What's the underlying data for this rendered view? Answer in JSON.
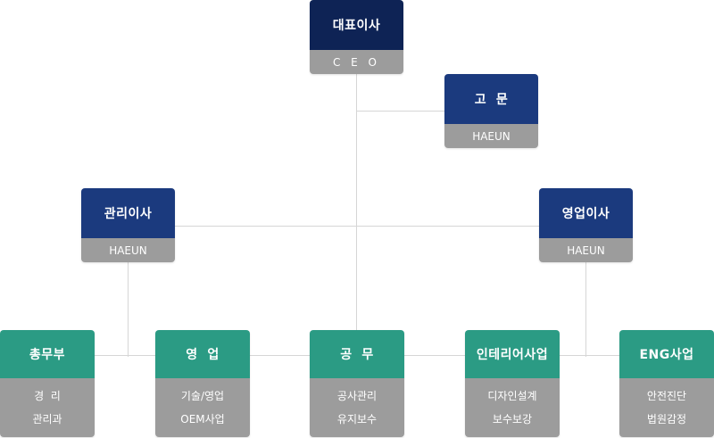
{
  "colors": {
    "ceo_header": "#0e2355",
    "exec_header": "#1b3a7e",
    "dept_header": "#2b9b84",
    "subtitle_bg": "#9c9c9c",
    "connector": "#d6d6d6"
  },
  "ceo": {
    "title": "대표이사",
    "subtitle": "C E O"
  },
  "advisor": {
    "title": "고  문",
    "subtitle": "HAEUN"
  },
  "admin_director": {
    "title": "관리이사",
    "subtitle": "HAEUN"
  },
  "sales_director": {
    "title": "영업이사",
    "subtitle": "HAEUN"
  },
  "departments": [
    {
      "title": "총무부",
      "lines": [
        "경  리",
        "관리과"
      ]
    },
    {
      "title": "영  업",
      "lines": [
        "기술/영업",
        "OEM사업"
      ]
    },
    {
      "title": "공  무",
      "lines": [
        "공사관리",
        "유지보수"
      ]
    },
    {
      "title": "인테리어사업",
      "lines": [
        "디자인설계",
        "보수보강"
      ]
    },
    {
      "title": "ENG사업",
      "lines": [
        "안전진단",
        "법원감정"
      ]
    }
  ]
}
